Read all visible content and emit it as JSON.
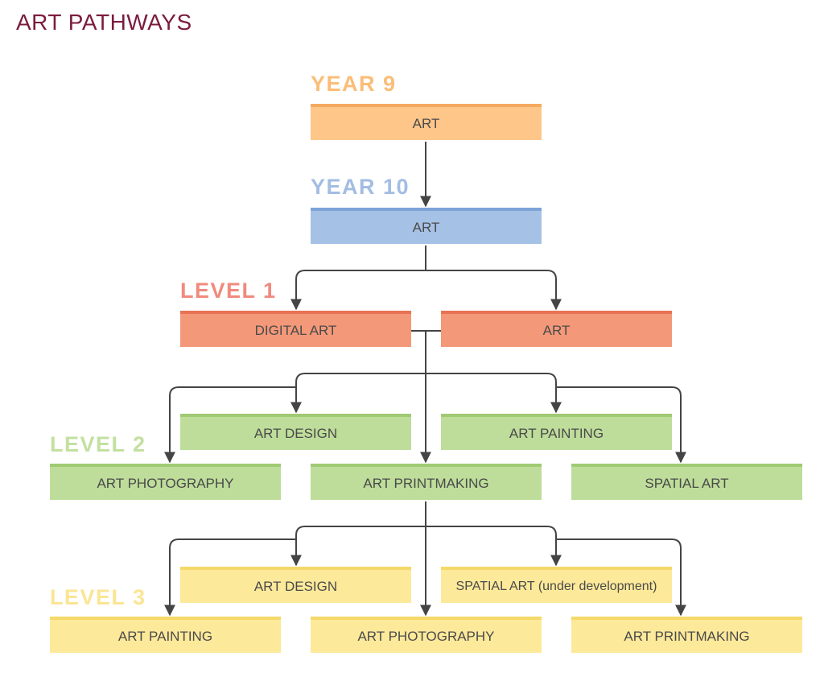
{
  "title": "ART PATHWAYS",
  "levels": {
    "year9": "YEAR 9",
    "year10": "YEAR 10",
    "level1": "LEVEL 1",
    "level2": "LEVEL 2",
    "level3": "LEVEL 3"
  },
  "colors": {
    "title": "#7b1c3e",
    "year9": "#fbbd77",
    "year10": "#a3bde3",
    "level1": "#f08a7e",
    "level2": "#c3e0a1",
    "level3": "#fbe594",
    "connector": "#444444"
  },
  "boxes": {
    "year9_art": "ART",
    "year10_art": "ART",
    "l1_digital_art": "DIGITAL ART",
    "l1_art": "ART",
    "l2_art_design": "ART DESIGN",
    "l2_art_painting": "ART PAINTING",
    "l2_art_photography": "ART PHOTOGRAPHY",
    "l2_art_printmaking": "ART PRINTMAKING",
    "l2_spatial_art": "SPATIAL ART",
    "l3_art_design": "ART DESIGN",
    "l3_spatial_art": "SPATIAL ART (under development)",
    "l3_art_painting": "ART PAINTING",
    "l3_art_photography": "ART PHOTOGRAPHY",
    "l3_art_printmaking": "ART PRINTMAKING"
  }
}
